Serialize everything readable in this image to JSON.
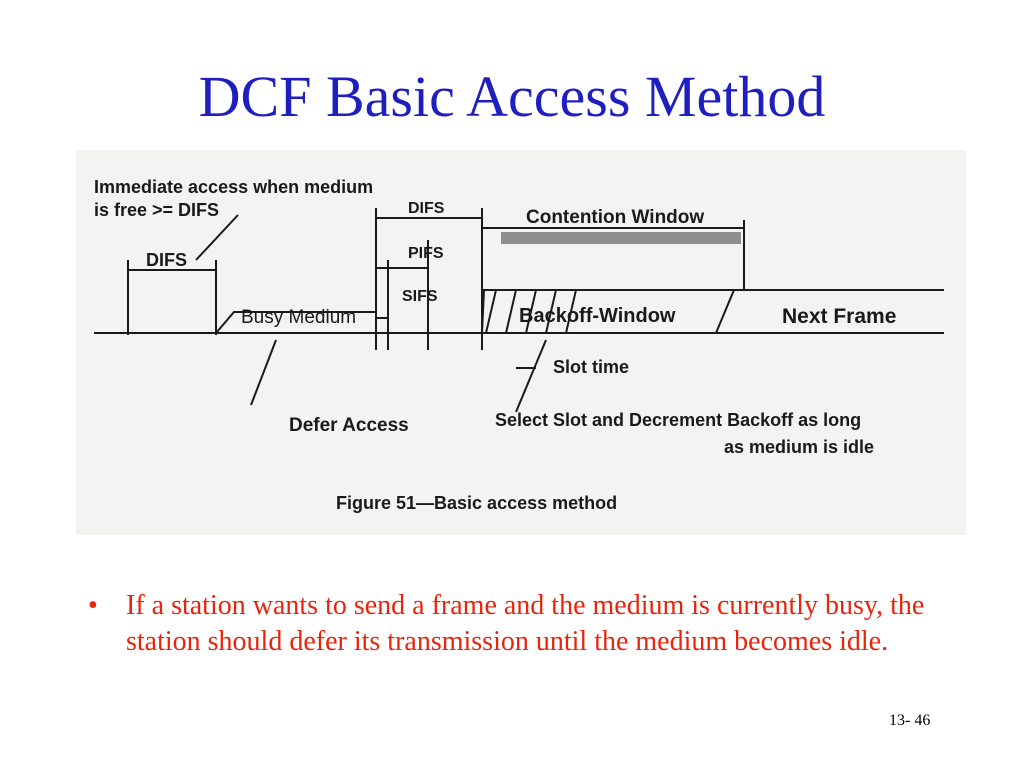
{
  "slide": {
    "title": "DCF Basic Access Method",
    "bullet": "If a station wants to send a frame and the medium is currently busy, the station should defer its transmission until the medium becomes idle.",
    "page_number": "13- 46"
  },
  "figure": {
    "labels": {
      "immediate_access_1": "Immediate access when medium",
      "immediate_access_2": "is free >= DIFS",
      "difs_left": "DIFS",
      "difs_top": "DIFS",
      "pifs": "PIFS",
      "sifs": "SIFS",
      "contention_window": "Contention Window",
      "busy_medium": "Busy Medium",
      "backoff_window": "Backoff-Window",
      "next_frame": "Next Frame",
      "slot_time": "Slot time",
      "defer_access": "Defer Access",
      "select_slot_1": "Select Slot and Decrement Backoff as long",
      "select_slot_2": "as medium is idle",
      "caption": "Figure 51—Basic access method"
    },
    "colors": {
      "title": "#1f1fbf",
      "bullet": "#e8240c",
      "figure_bg": "#f3f3f1",
      "ink": "#1a1a1a"
    }
  }
}
